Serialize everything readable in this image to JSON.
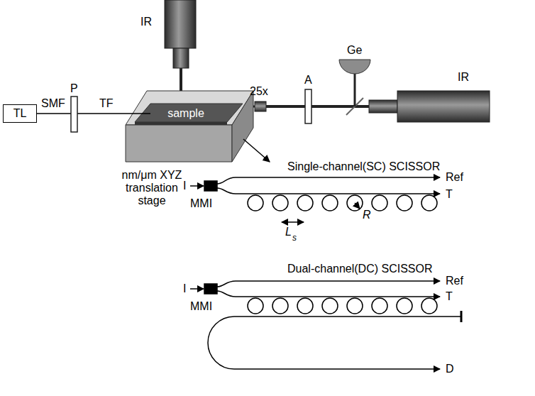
{
  "diagram": {
    "nodes": [
      {
        "text": [
          "TL"
        ]
      },
      {
        "text": [
          "sample"
        ]
      }
    ],
    "edges": [
      {
        "from": 0,
        "to": 1,
        "arrow": "none"
      }
    ],
    "labels": [
      "IR",
      "SMF",
      "P",
      "TF",
      "nm/μm XYZ translation stage",
      "25x",
      "A",
      "Ge",
      "IR",
      "Single-channel(SC) SCISSOR",
      "I",
      "MMI",
      "Ref",
      "T",
      "L",
      "s",
      "R",
      "Dual-channel(DC) SCISSOR",
      "I",
      "MMI",
      "Ref",
      "T",
      "D"
    ]
  }
}
